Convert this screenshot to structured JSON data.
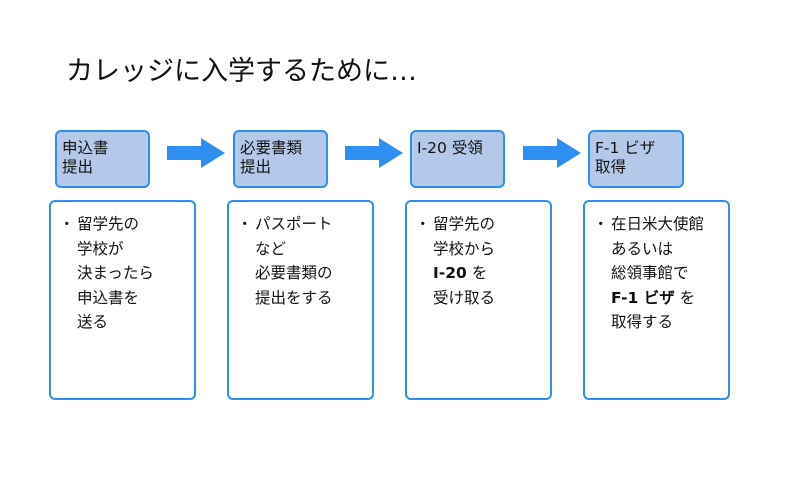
{
  "title": "カレッジに入学するために…",
  "steps": [
    {
      "label_lines": [
        "申込書",
        "提出"
      ]
    },
    {
      "label_lines": [
        "必要書類",
        "提出"
      ]
    },
    {
      "label_lines": [
        "I-20 受領"
      ]
    },
    {
      "label_lines": [
        "F-1 ビザ",
        "取得"
      ]
    }
  ],
  "bullet": "・",
  "descriptions": [
    {
      "lines": [
        "留学先の",
        "学校が",
        "決まったら",
        "申込書を",
        "送る"
      ]
    },
    {
      "lines": [
        "パスポート",
        "など",
        "必要書類の",
        "提出をする"
      ]
    },
    {
      "lines": [
        "留学先の",
        "学校から",
        {
          "bold": "I-20",
          "rest": " を"
        },
        "受け取る"
      ]
    },
    {
      "lines": [
        "在日米大使館",
        "あるいは",
        "総領事館で",
        {
          "bold": "F-1 ビザ",
          "rest": " を"
        },
        "取得する"
      ]
    }
  ],
  "colors": {
    "step_fill": "#b4c9ea",
    "border": "#2f8ff0",
    "arrow": "#2f8ff0",
    "text": "#111111"
  }
}
